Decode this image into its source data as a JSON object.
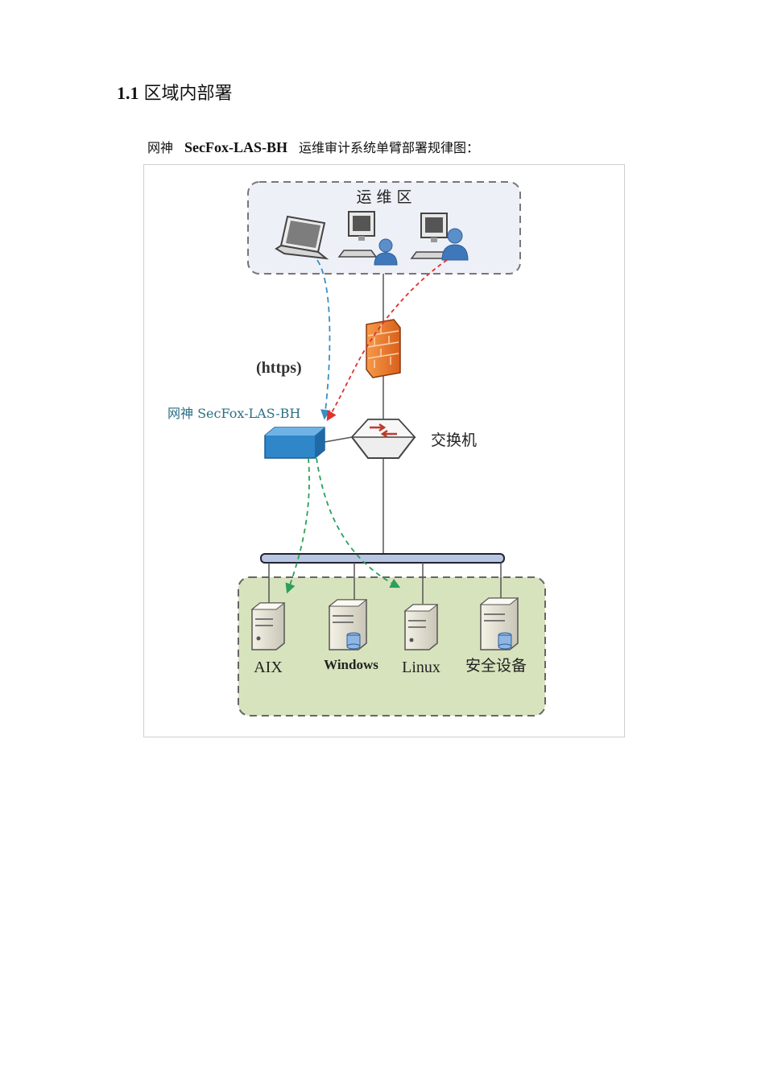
{
  "section": {
    "number": "1.1",
    "title": "区域内部署"
  },
  "caption": {
    "prefix": "网神",
    "product": "SecFox-LAS-BH",
    "suffix": "运维审计系统单臂部署规律图："
  },
  "diagram": {
    "ops_zone_label": "运 维 区",
    "protocol_label": "(https)",
    "device_label": "网神 SecFox-LAS-BH",
    "switch_label": "交换机",
    "servers": [
      "AIX",
      "Windows",
      "Linux",
      "安全设备"
    ],
    "colors": {
      "ops_zone_fill": "#eef0f7",
      "server_zone_fill": "#d7e3bd",
      "blue_flow": "#3a8fc1",
      "red_flow": "#e03030",
      "green_flow": "#2aa05a",
      "firewall": "#f07a28",
      "appliance": "#2f86c8"
    }
  }
}
